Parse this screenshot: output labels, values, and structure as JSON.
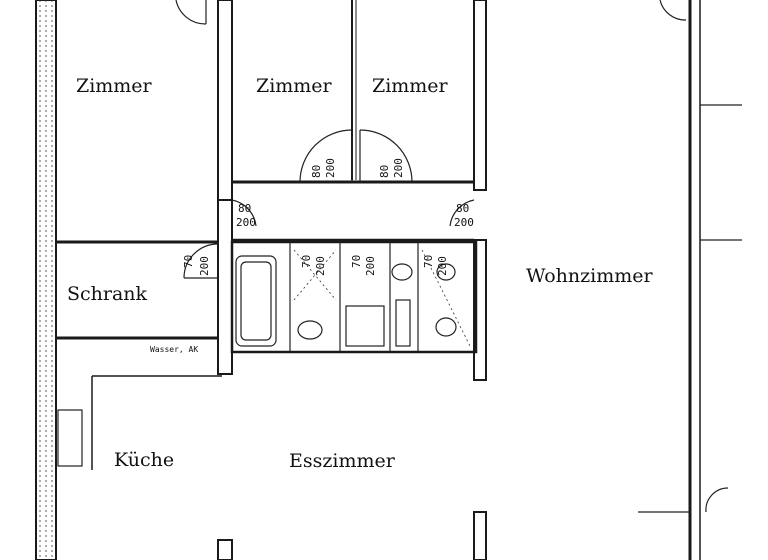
{
  "rooms": {
    "zimmer_left": "Zimmer",
    "zimmer_mid": "Zimmer",
    "zimmer_right": "Zimmer",
    "schrank": "Schrank",
    "wohnzimmer": "Wohnzimmer",
    "kueche": "Küche",
    "esszimmer": "Esszimmer"
  },
  "door_dims": {
    "mid_left_a": "80",
    "mid_left_b": "200",
    "mid_right_a": "80",
    "mid_right_b": "200",
    "hall_left_a": "80",
    "hall_left_b": "200",
    "hall_right_a": "80",
    "hall_right_b": "200",
    "schrank_a": "70",
    "schrank_b": "200",
    "bath_1a": "70",
    "bath_1b": "200",
    "bath_2a": "70",
    "bath_2b": "200",
    "bath_3a": "70",
    "bath_3b": "200"
  },
  "small_note": "Wasser, AK"
}
